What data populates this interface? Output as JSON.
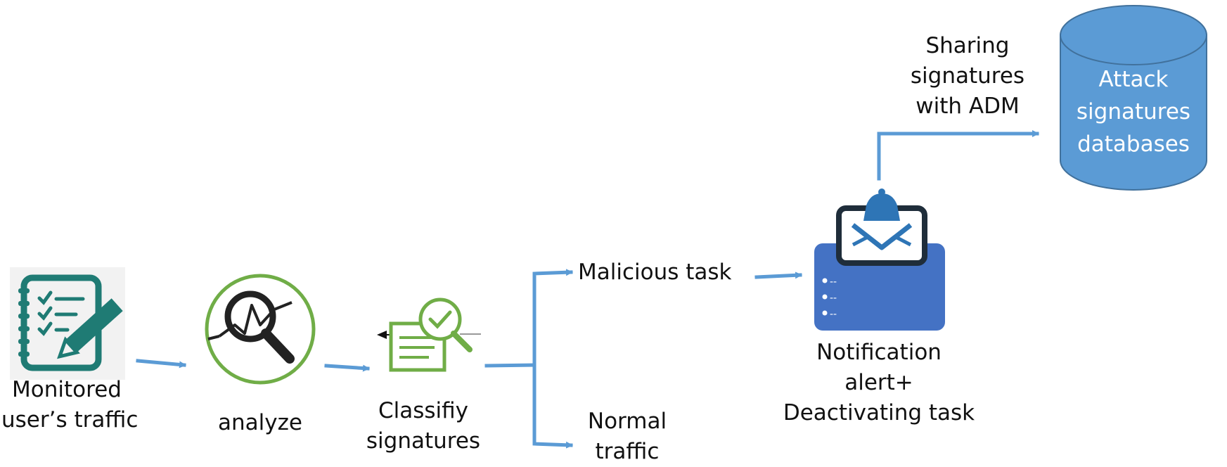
{
  "colors": {
    "arrow": "#5b9bd5",
    "icon_teal": "#1f7b74",
    "icon_green": "#70ad47",
    "database": "#5b9bd5",
    "notification_panel": "#4472c4",
    "bell": "#2e75b6",
    "envelope_border": "#1f2d3a"
  },
  "icons": {
    "monitor": "checklist-pencil-icon",
    "analyze": "magnifier-analysis-icon",
    "classify": "document-search-check-icon",
    "notify": "bell-envelope-notification-icon",
    "database": "database-cylinder-icon"
  },
  "labels": {
    "monitored": [
      "Monitored",
      "user’s traffic"
    ],
    "analyze": [
      "analyze"
    ],
    "classify": [
      "Classifiy",
      "signatures"
    ],
    "malicious": [
      "Malicious task"
    ],
    "normal": [
      "Normal",
      "traffic"
    ],
    "notification": [
      "Notification",
      "alert+",
      "Deactivating task"
    ],
    "sharing": [
      "Sharing",
      "signatures",
      "with ADM"
    ],
    "database": [
      "Attack",
      "signatures",
      "databases"
    ]
  },
  "panel_bullets": [
    "--",
    "--",
    "--"
  ]
}
